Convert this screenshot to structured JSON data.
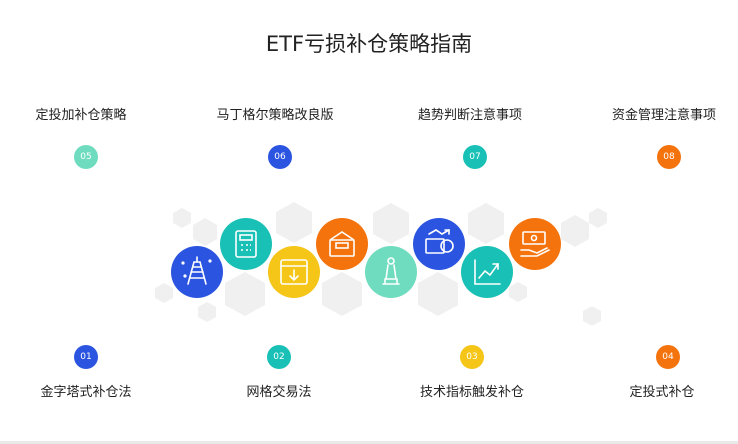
{
  "title": "ETF亏损补仓策略指南",
  "items": [
    {
      "label": "金字塔式补仓法",
      "num": "01",
      "color": "#2b55e0",
      "icon": "tower-icon"
    },
    {
      "label": "网格交易法",
      "num": "02",
      "color": "#19c0b5",
      "icon": "calculator-icon"
    },
    {
      "label": "技术指标触发补仓",
      "num": "03",
      "color": "#f5c518",
      "icon": "download-chart-icon"
    },
    {
      "label": "定投式补仓",
      "num": "04",
      "color": "#f5730d",
      "icon": "wallet-icon"
    },
    {
      "label": "定投加补仓策略",
      "num": "05",
      "color": "#6fdcbf",
      "icon": "chess-icon"
    },
    {
      "label": "马丁格尔策略改良版",
      "num": "06",
      "color": "#2b55e0",
      "icon": "money-flow-icon"
    },
    {
      "label": "趋势判断注意事项",
      "num": "07",
      "color": "#19c0b5",
      "icon": "trend-chart-icon"
    },
    {
      "label": "资金管理注意事项",
      "num": "08",
      "color": "#f5730d",
      "icon": "cash-hand-icon"
    }
  ]
}
